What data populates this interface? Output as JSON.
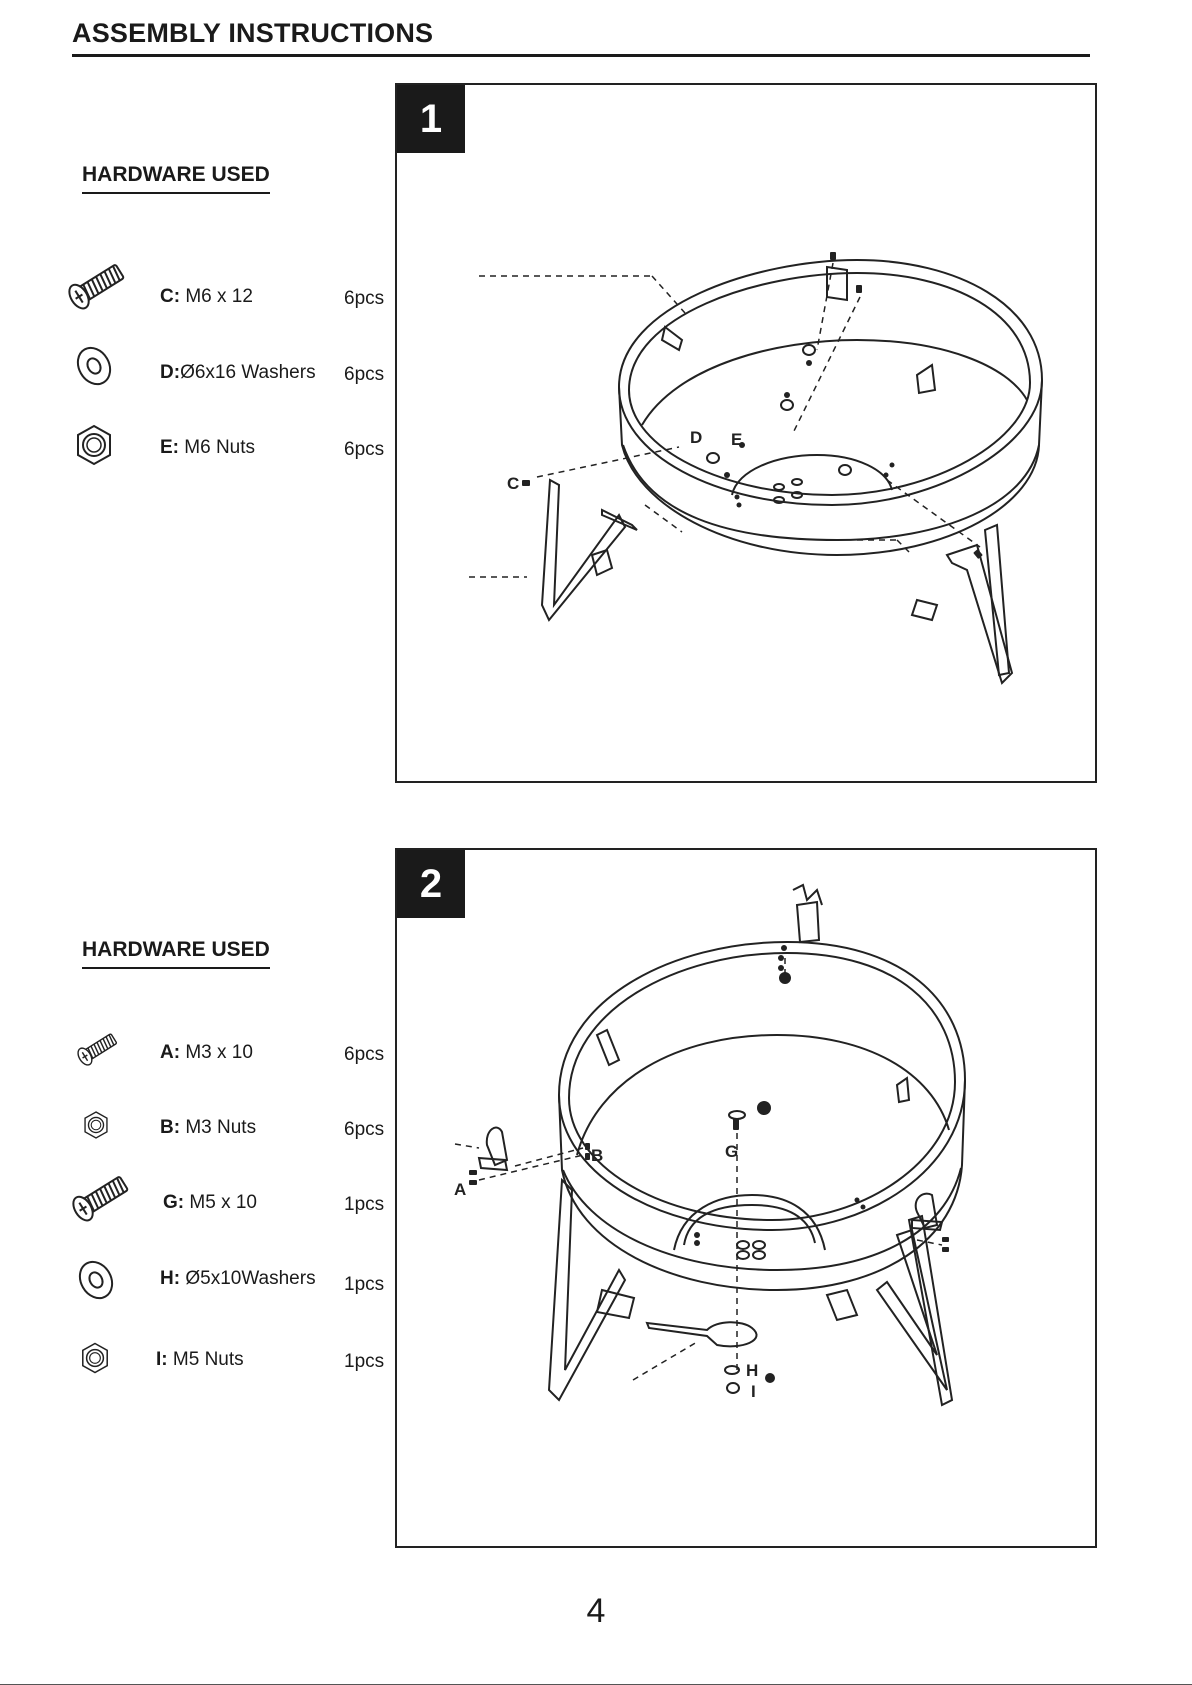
{
  "page": {
    "title": "ASSEMBLY INSTRUCTIONS",
    "number": "4"
  },
  "steps": [
    {
      "number": "1",
      "hardware_heading": "HARDWARE USED",
      "hardware": [
        {
          "code": "C:",
          "desc": "M6 x 12",
          "qty": "6pcs",
          "icon": "screw-icon"
        },
        {
          "code": "D:",
          "desc": "Ø6x16 Washers",
          "qty": "6pcs",
          "icon": "washer-icon"
        },
        {
          "code": "E:",
          "desc": "M6 Nuts",
          "qty": "6pcs",
          "icon": "nut-icon"
        }
      ],
      "callouts": [
        "C",
        "D",
        "E"
      ]
    },
    {
      "number": "2",
      "hardware_heading": "HARDWARE USED",
      "hardware": [
        {
          "code": "A:",
          "desc": "M3 x 10",
          "qty": "6pcs",
          "icon": "screw-icon"
        },
        {
          "code": "B:",
          "desc": "M3 Nuts",
          "qty": "6pcs",
          "icon": "nut-icon"
        },
        {
          "code": "G:",
          "desc": "M5 x 10",
          "qty": "1pcs",
          "icon": "screw-icon"
        },
        {
          "code": "H:",
          "desc": "Ø5x10Washers",
          "qty": "1pcs",
          "icon": "washer-icon"
        },
        {
          "code": "I:",
          "desc": "M5 Nuts",
          "qty": "1pcs",
          "icon": "nut-icon"
        }
      ],
      "callouts": [
        "B",
        "G",
        "A",
        "H",
        "I"
      ]
    }
  ]
}
